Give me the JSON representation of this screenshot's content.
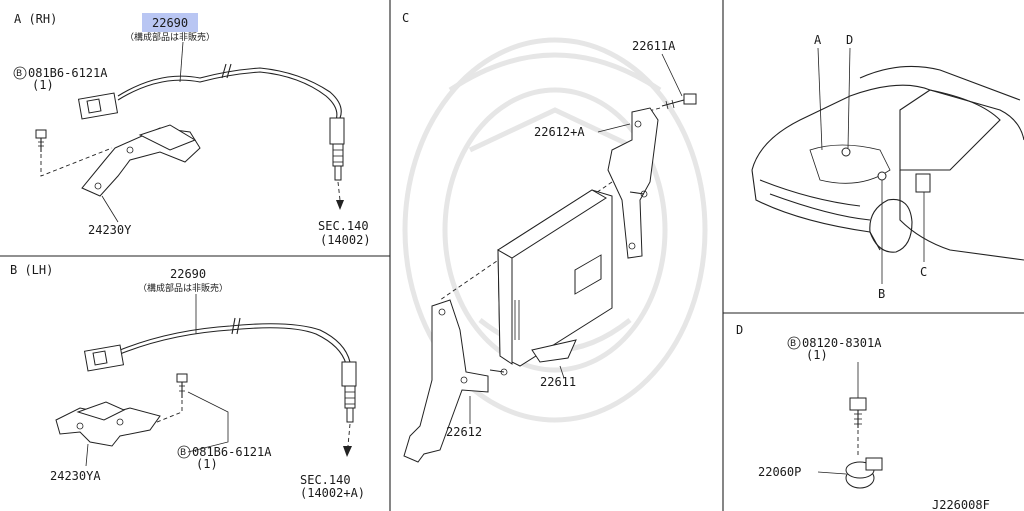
{
  "highlight_color": "#b9c6f3",
  "sections": {
    "a": {
      "title": "A (RH)",
      "sensor_part": "22690",
      "sensor_note": "（構成部品は非販売）",
      "bolt_part": "081B6-6121A",
      "bolt_qty": "(1)",
      "bracket_part": "24230Y",
      "sec_ref": "SEC.140",
      "sec_sub": "(14002)"
    },
    "b": {
      "title": "B (LH)",
      "sensor_part": "22690",
      "sensor_note": "（構成部品は非販売）",
      "bolt_part": "081B6-6121A",
      "bolt_qty": "(1)",
      "bracket_part": "24230YA",
      "sec_ref": "SEC.140",
      "sec_sub": "(14002+A)"
    },
    "c": {
      "title": "C",
      "screw_part": "22611A",
      "bracket_upper_part": "22612+A",
      "ecm_part": "22611",
      "bracket_lower_part": "22612"
    },
    "car": {
      "label_a": "A",
      "label_d": "D",
      "label_b": "B",
      "label_c": "C"
    },
    "d": {
      "title": "D",
      "bolt_part": "08120-8301A",
      "bolt_qty": "(1)",
      "sensor_part": "22060P"
    }
  },
  "bolt_symbol": "B",
  "figure_id": "J226008F"
}
